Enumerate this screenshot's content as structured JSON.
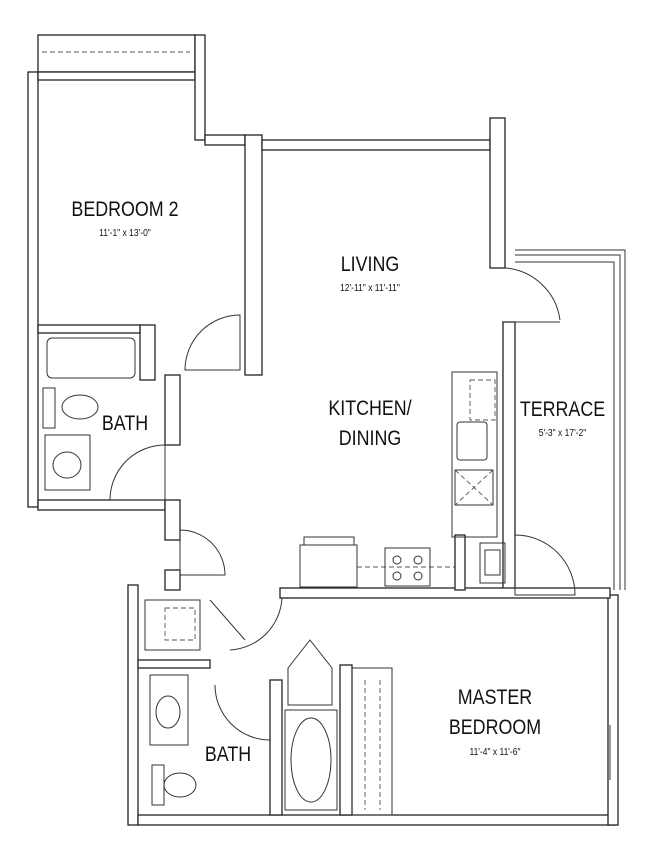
{
  "rooms": {
    "bedroom2": {
      "name": "BEDROOM 2",
      "dims": "11'-1\" x 13'-0\""
    },
    "living": {
      "name": "LIVING",
      "dims": "12'-11\" x 11'-11\""
    },
    "kitchen": {
      "name_line1": "KITCHEN/",
      "name_line2": "DINING"
    },
    "terrace": {
      "name": "TERRACE",
      "dims": "5'-3\" x 17'-2\""
    },
    "bath1": {
      "name": "BATH"
    },
    "bath2": {
      "name": "BATH"
    },
    "master": {
      "name_line1": "MASTER",
      "name_line2": "BEDROOM",
      "dims": "11'-4\" x 11'-6\""
    }
  }
}
